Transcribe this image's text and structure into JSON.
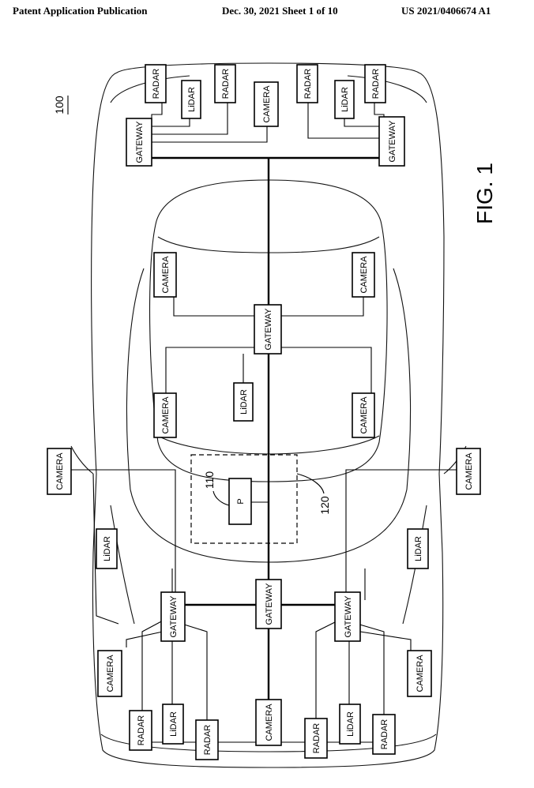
{
  "header": {
    "left": "Patent Application Publication",
    "middle": "Dec. 30, 2021  Sheet 1 of 10",
    "right": "US 2021/0406674 A1"
  },
  "figure": {
    "caption": "FIG. 1",
    "ref_vehicle": "100",
    "ref_processor": "110",
    "ref_region": "120",
    "processor_label": "P",
    "labels": {
      "radar": "RADAR",
      "lidar": "LiDAR",
      "camera": "CAMERA",
      "gateway": "GATEWAY"
    }
  }
}
